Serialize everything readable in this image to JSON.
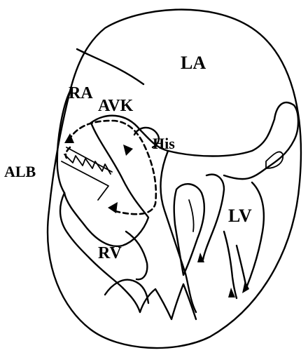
{
  "labels": {
    "la": "LA",
    "ra": "RA",
    "avk": "AVK",
    "his": "His",
    "alb": "ALB",
    "rv": "RV",
    "lv": "LV"
  }
}
